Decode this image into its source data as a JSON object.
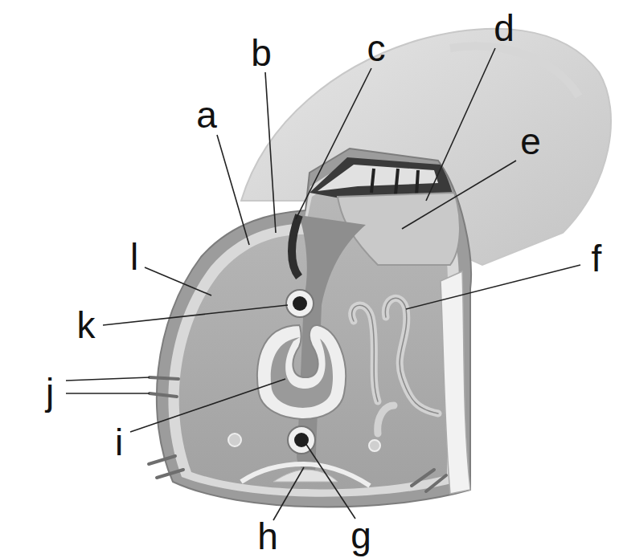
{
  "diagram": {
    "labels": [
      "d",
      "b",
      "c",
      "a",
      "e",
      "l",
      "f",
      "k",
      "j",
      "i",
      "h",
      "g"
    ]
  }
}
